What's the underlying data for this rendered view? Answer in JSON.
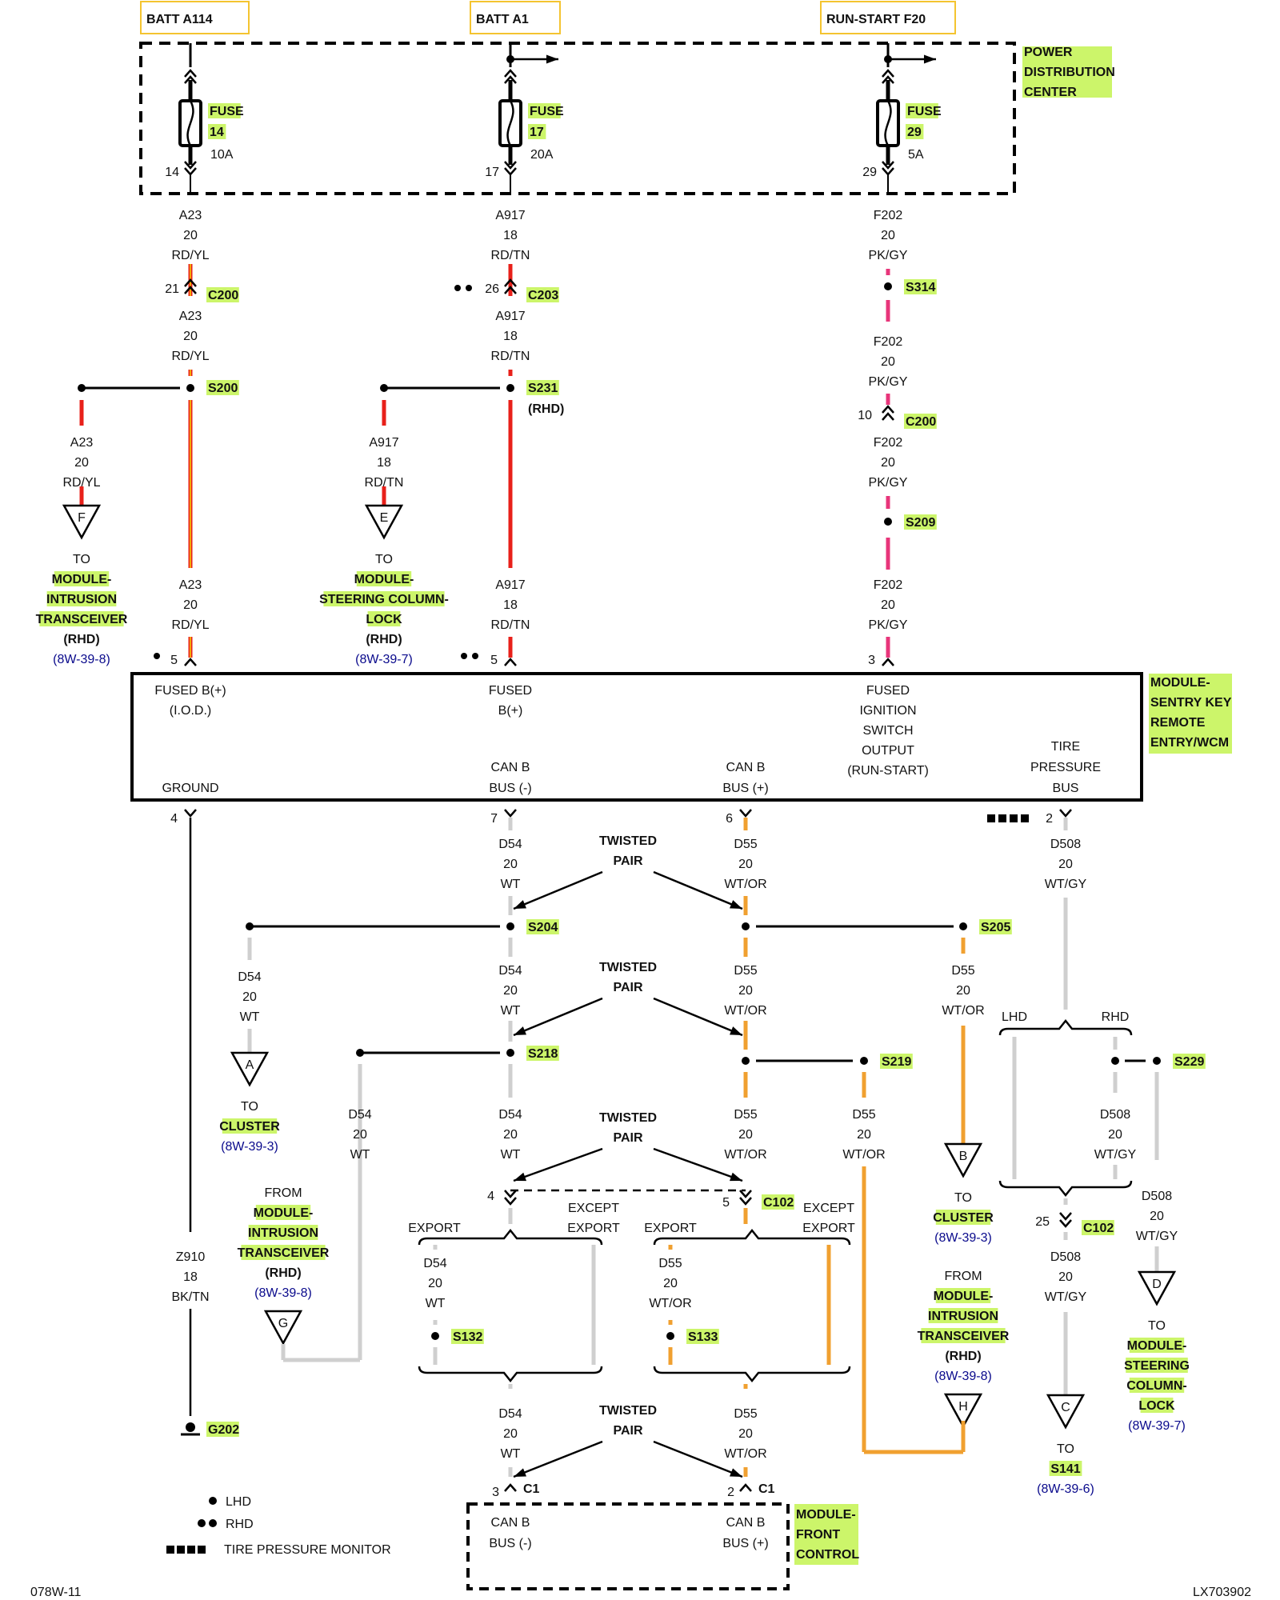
{
  "sources": [
    {
      "label": "BATT A114"
    },
    {
      "label": "BATT A1"
    },
    {
      "label": "RUN-START F20"
    }
  ],
  "pdc": {
    "title": [
      "POWER",
      "DISTRIBUTION",
      "CENTER"
    ],
    "fuses": [
      {
        "name": "FUSE",
        "num": "14",
        "rating": "10A",
        "cavity": "14"
      },
      {
        "name": "FUSE",
        "num": "17",
        "rating": "20A",
        "cavity": "17"
      },
      {
        "name": "FUSE",
        "num": "29",
        "rating": "5A",
        "cavity": "29"
      }
    ]
  },
  "circuits": {
    "a23": {
      "code": "A23",
      "gauge": "20",
      "color": "RD/YL"
    },
    "a917": {
      "code": "A917",
      "gauge": "18",
      "color": "RD/TN"
    },
    "f202": {
      "code": "F202",
      "gauge": "20",
      "color": "PK/GY"
    },
    "d54": {
      "code": "D54",
      "gauge": "20",
      "color": "WT"
    },
    "d55": {
      "code": "D55",
      "gauge": "20",
      "color": "WT/OR"
    },
    "d508": {
      "code": "D508",
      "gauge": "20",
      "color": "WT/GY"
    },
    "z910": {
      "code": "Z910",
      "gauge": "18",
      "color": "BK/TN"
    }
  },
  "connectors": {
    "c200_a": {
      "label": "C200",
      "pin": "21"
    },
    "c203": {
      "label": "C203",
      "pin": "26"
    },
    "c200_b": {
      "label": "C200",
      "pin": "10"
    },
    "c102_a": {
      "label": "C102",
      "pin_left": "4",
      "pin_right": "5"
    },
    "c102_b": {
      "label": "C102",
      "pin": "25"
    },
    "c1_left": {
      "label": "C1",
      "pin": "3"
    },
    "c1_right": {
      "label": "C1",
      "pin": "2"
    }
  },
  "splices": {
    "s200": "S200",
    "s231": "S231",
    "s231_note": "(RHD)",
    "s314": "S314",
    "s209": "S209",
    "s204": "S204",
    "s205": "S205",
    "s218": "S218",
    "s219": "S219",
    "s229": "S229",
    "s132": "S132",
    "s133": "S133"
  },
  "ground": {
    "label": "G202"
  },
  "wcm": {
    "title": [
      "MODULE-",
      "SENTRY KEY",
      "REMOTE",
      "ENTRY/WCM"
    ],
    "pins_top": [
      {
        "pin": "5",
        "lines": [
          "FUSED B(+)",
          "(I.O.D.)"
        ]
      },
      {
        "pin": "5",
        "lines": [
          "FUSED",
          "B(+)"
        ]
      },
      {
        "pin": "3",
        "lines": [
          "FUSED",
          "IGNITION",
          "SWITCH",
          "OUTPUT",
          "(RUN-START)"
        ]
      }
    ],
    "pins_bottom": [
      {
        "pin": "4",
        "lines": [
          "GROUND"
        ]
      },
      {
        "pin": "7",
        "lines": [
          "CAN B",
          "BUS (-)"
        ]
      },
      {
        "pin": "6",
        "lines": [
          "CAN B",
          "BUS (+)"
        ]
      },
      {
        "pin": "2",
        "lines": [
          "TIRE",
          "PRESSURE",
          "BUS"
        ]
      }
    ]
  },
  "fcm": {
    "title": [
      "MODULE-",
      "FRONT",
      "CONTROL"
    ],
    "left": [
      "CAN B",
      "BUS (-)"
    ],
    "right": [
      "CAN B",
      "BUS (+)"
    ]
  },
  "twisted_pair": [
    "TWISTED",
    "PAIR"
  ],
  "offpage": [
    {
      "letter": "F",
      "dir": "TO",
      "dest": [
        "MODULE-",
        "INTRUSION",
        "TRANSCEIVER"
      ],
      "note": "(RHD)",
      "ref": "(8W-39-8)"
    },
    {
      "letter": "E",
      "dir": "TO",
      "dest": [
        "MODULE-",
        "STEERING COLUMN-",
        "LOCK"
      ],
      "note": "(RHD)",
      "ref": "(8W-39-7)"
    },
    {
      "letter": "A",
      "dir": "TO",
      "dest": [
        "CLUSTER"
      ],
      "ref": "(8W-39-3)"
    },
    {
      "letter": "G",
      "dir": "FROM",
      "dest": [
        "MODULE-",
        "INTRUSION",
        "TRANSCEIVER"
      ],
      "note": "(RHD)",
      "ref": "(8W-39-8)"
    },
    {
      "letter": "B",
      "dir": "TO",
      "dest": [
        "CLUSTER"
      ],
      "ref": "(8W-39-3)"
    },
    {
      "letter": "H",
      "dir": "FROM",
      "dest": [
        "MODULE-",
        "INTRUSION",
        "TRANSCEIVER"
      ],
      "note": "(RHD)",
      "ref": "(8W-39-8)"
    },
    {
      "letter": "C",
      "dir": "TO",
      "dest": [
        "S141"
      ],
      "ref": "(8W-39-6)"
    },
    {
      "letter": "D",
      "dir": "TO",
      "dest": [
        "MODULE-",
        "STEERING",
        "COLUMN-",
        "LOCK"
      ],
      "ref": "(8W-39-7)"
    }
  ],
  "options": {
    "export": "EXPORT",
    "except": [
      "EXCEPT",
      "EXPORT"
    ],
    "lhd": "LHD",
    "rhd": "RHD"
  },
  "legend": [
    {
      "symbol": "●",
      "label": "LHD"
    },
    {
      "symbol": "●●",
      "label": "RHD"
    },
    {
      "symbol": "◩◩◩◩",
      "label": "TIRE PRESSURE MONITOR"
    }
  ],
  "footer": {
    "left": "078W-11",
    "right": "LX703902"
  },
  "wire_colors": {
    "red": "#e8201a",
    "yellow": "#f5d400",
    "pink": "#e8357a",
    "orange": "#f0a030",
    "gray": "#cfcfcf",
    "black": "#000000"
  }
}
